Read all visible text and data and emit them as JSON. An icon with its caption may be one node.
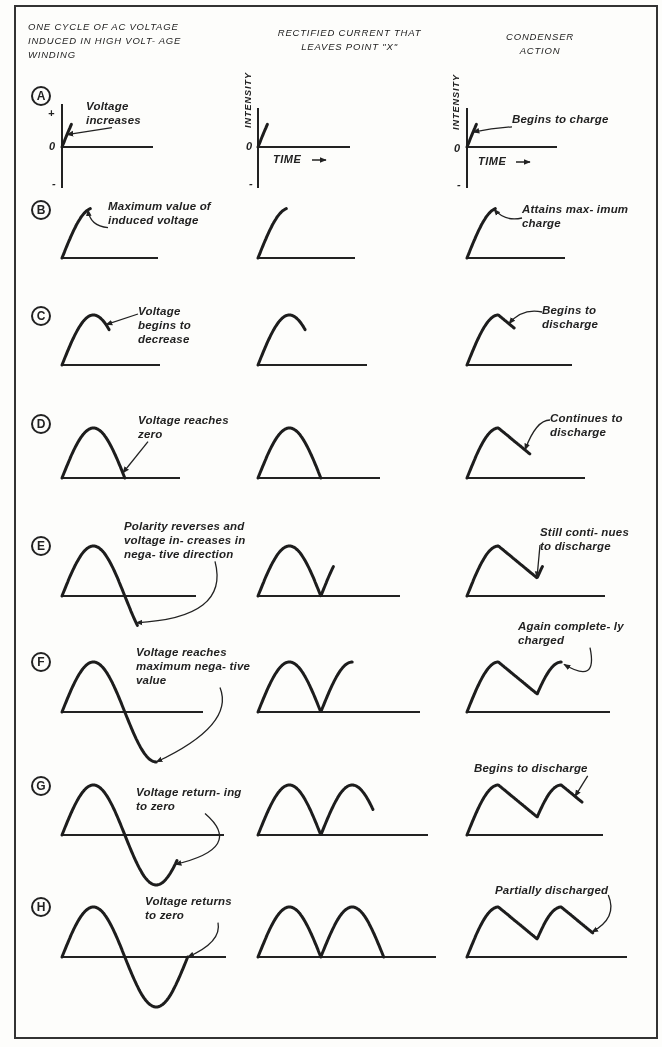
{
  "diagram": {
    "nodes": [
      {
        "text": [
          "A"
        ]
      },
      {
        "text": [],
        "shape": "picture"
      },
      {
        "text": [
          "Voltage increases"
        ]
      },
      {
        "text": [],
        "shape": "picture"
      },
      {
        "text": [],
        "shape": "picture"
      },
      {
        "text": [
          "Begins to charge"
        ]
      },
      {
        "text": [
          "B"
        ]
      },
      {
        "text": [],
        "shape": "picture"
      },
      {
        "text": [
          "Maximum value of induced voltage"
        ]
      },
      {
        "text": [],
        "shape": "picture"
      },
      {
        "text": [],
        "shape": "picture"
      },
      {
        "text": [
          "Attains max- imum charge"
        ]
      },
      {
        "text": [
          "C"
        ]
      },
      {
        "text": [],
        "shape": "picture"
      },
      {
        "text": [
          "Voltage begins to decrease"
        ]
      },
      {
        "text": [],
        "shape": "picture"
      },
      {
        "text": [],
        "shape": "picture"
      },
      {
        "text": [
          "Begins to discharge"
        ]
      },
      {
        "text": [
          "D"
        ]
      },
      {
        "text": [],
        "shape": "picture"
      },
      {
        "text": [
          "Voltage reaches zero"
        ]
      },
      {
        "text": [],
        "shape": "picture"
      },
      {
        "text": [],
        "shape": "picture"
      },
      {
        "text": [
          "Continues to discharge"
        ]
      },
      {
        "text": [
          "E"
        ]
      },
      {
        "text": [],
        "shape": "picture"
      },
      {
        "text": [
          "Polarity reverses and voltage in- creases in nega- tive direction"
        ]
      },
      {
        "text": [],
        "shape": "picture"
      },
      {
        "text": [],
        "shape": "picture"
      },
      {
        "text": [
          "Still conti- nues to discharge"
        ]
      },
      {
        "text": [
          "F"
        ]
      },
      {
        "text": [],
        "shape": "picture"
      },
      {
        "text": [
          "Voltage reaches maximum nega- tive value"
        ]
      },
      {
        "text": [],
        "shape": "picture"
      },
      {
        "text": [],
        "shape": "picture"
      },
      {
        "text": [
          "Again complete- ly charged"
        ]
      },
      {
        "text": [
          "G"
        ]
      },
      {
        "text": [],
        "shape": "picture"
      },
      {
        "text": [
          "Voltage return- ing to zero"
        ]
      },
      {
        "text": [],
        "shape": "picture"
      },
      {
        "text": [],
        "shape": "picture"
      },
      {
        "text": [
          "Begins to discharge"
        ]
      },
      {
        "text": [
          "H"
        ]
      },
      {
        "text": [],
        "shape": "picture"
      },
      {
        "text": [
          "Voltage returns to zero"
        ]
      },
      {
        "text": [],
        "shape": "picture"
      },
      {
        "text": [],
        "shape": "picture"
      },
      {
        "text": [
          "Partially discharged"
        ]
      }
    ],
    "edges": [
      {
        "from": 2,
        "to": 1,
        "arrow": "to"
      },
      {
        "from": 5,
        "to": 4,
        "arrow": "to"
      },
      {
        "from": 8,
        "to": 7,
        "arrow": "to"
      },
      {
        "from": 11,
        "to": 10,
        "arrow": "to"
      },
      {
        "from": 14,
        "to": 13,
        "arrow": "to"
      },
      {
        "from": 17,
        "to": 16,
        "arrow": "to"
      },
      {
        "from": 20,
        "to": 19,
        "arrow": "to"
      },
      {
        "from": 23,
        "to": 22,
        "arrow": "to"
      },
      {
        "from": 26,
        "to": 25,
        "arrow": "to"
      },
      {
        "from": 29,
        "to": 28,
        "arrow": "to"
      },
      {
        "from": 32,
        "to": 31,
        "arrow": "to"
      },
      {
        "from": 35,
        "to": 34,
        "arrow": "to"
      },
      {
        "from": 38,
        "to": 37,
        "arrow": "to"
      },
      {
        "from": 41,
        "to": 40,
        "arrow": "to"
      },
      {
        "from": 44,
        "to": 43,
        "arrow": "to"
      },
      {
        "from": 47,
        "to": 46,
        "arrow": "to"
      }
    ],
    "labels": [
      "ONE CYCLE OF AC VOLTAGE INDUCED IN HIGH VOLT- AGE WINDING",
      "RECTIFIED CURRENT THAT LEAVES POINT \"X\"",
      "CONDENSER ACTION",
      "INTENSITY",
      "INTENSITY",
      "+",
      "0",
      "0",
      "0",
      "TIME",
      "TIME",
      "-",
      "-",
      "-"
    ]
  }
}
